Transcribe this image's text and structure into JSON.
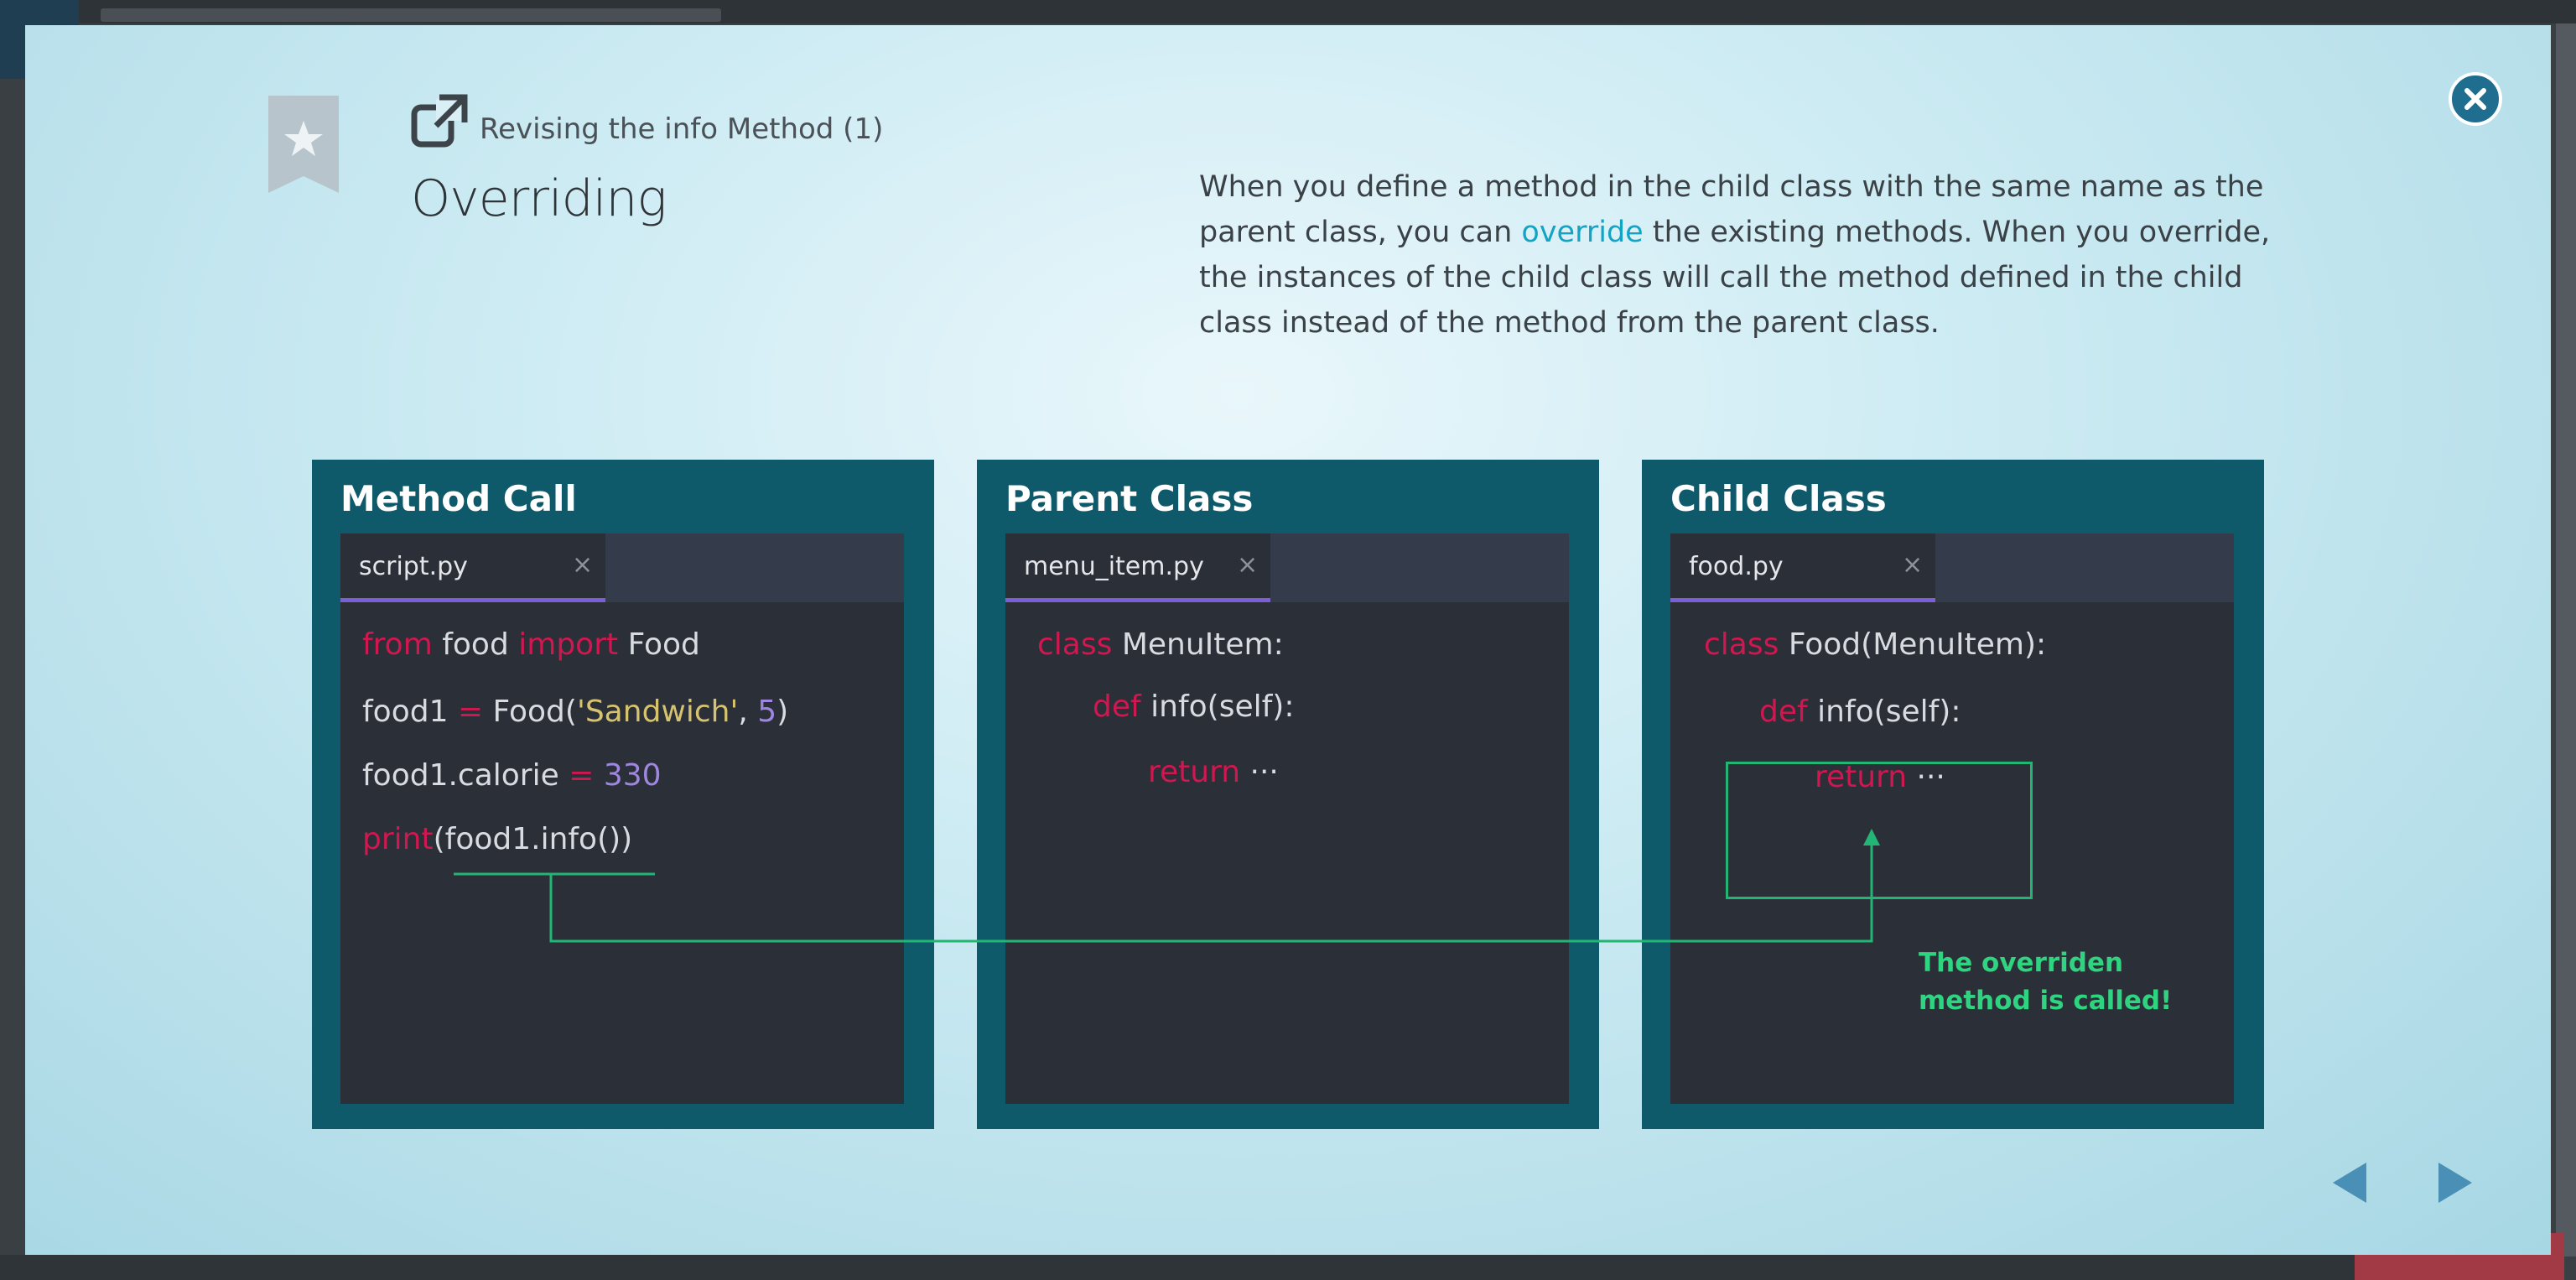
{
  "modal": {
    "kicker": "Revising the info Method (1)",
    "title": "Overriding",
    "description": {
      "part1": "When you define a method in the child class with the same name as the parent class, you can ",
      "highlight": "override",
      "part2": " the existing methods. When you override, the instances of the child class will call the method defined in the child class instead of the method from the parent class."
    },
    "close_icon": "close-icon",
    "bookmark_icon": "star-bookmark-icon",
    "external_icon": "external-link-icon"
  },
  "panels": [
    {
      "title": "Method Call",
      "tab": "script.py",
      "tab_close": "×",
      "lines": {
        "l1": {
          "kw1": "from",
          "t1": " food ",
          "kw2": "import",
          "t2": " Food"
        },
        "l2": {
          "t1": "food1 ",
          "op": "=",
          "t2": " Food(",
          "str": "'Sandwich'",
          "t3": ", ",
          "num": "5",
          "t4": ")"
        },
        "l3": {
          "t1": "food1.calorie ",
          "op": "=",
          "num": " 330"
        },
        "l4": {
          "kw": "print",
          "t1": "(food1.info())"
        }
      }
    },
    {
      "title": "Parent Class",
      "tab": "menu_item.py",
      "tab_close": "×",
      "lines": {
        "l1": {
          "kw": "class",
          "t": " MenuItem:"
        },
        "l2": {
          "kw": "def",
          "t": " info(self):"
        },
        "l3": {
          "kw": "return",
          "t": " ···"
        }
      }
    },
    {
      "title": "Child Class",
      "tab": "food.py",
      "tab_close": "×",
      "lines": {
        "l1": {
          "kw": "class",
          "t": " Food(MenuItem):"
        },
        "l2": {
          "kw": "def",
          "t": " info(self):"
        },
        "l3": {
          "kw": "return",
          "t": " ···"
        }
      },
      "note": "The overriden method is called!"
    }
  ],
  "navigation": {
    "prev_icon": "arrow-left-icon",
    "next_icon": "arrow-right-icon"
  },
  "colors": {
    "panel_bg": "#0e5a6b",
    "editor_bg": "#2b2f38",
    "keyword": "#d0174f",
    "string": "#d6c36f",
    "number": "#9f86e0",
    "highlight": "#13a3c4",
    "annotation": "#22b573"
  }
}
